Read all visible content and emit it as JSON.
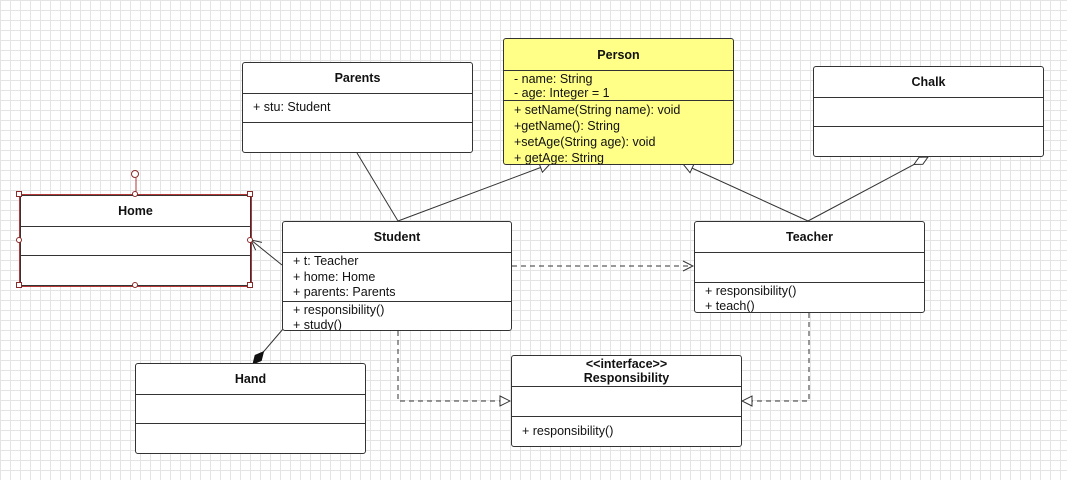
{
  "classes": {
    "person": {
      "name": "Person",
      "attributes": [
        "- name: String",
        "- age: Integer = 1"
      ],
      "operations": [
        "+ setName(String name): void",
        "+getName(): String",
        "+setAge(String age): void",
        "+ getAge: String"
      ]
    },
    "parents": {
      "name": "Parents",
      "attributes": [
        "+ stu: Student"
      ]
    },
    "chalk": {
      "name": "Chalk"
    },
    "home": {
      "name": "Home"
    },
    "student": {
      "name": "Student",
      "attributes": [
        "+ t: Teacher",
        "+ home: Home",
        "+ parents: Parents"
      ],
      "operations": [
        "+ responsibility()",
        "+ study()"
      ]
    },
    "teacher": {
      "name": "Teacher",
      "operations": [
        "+ responsibility()",
        "+ teach()"
      ]
    },
    "hand": {
      "name": "Hand"
    },
    "responsibility": {
      "stereotype": "<<interface>>",
      "name": "Responsibility",
      "operations": [
        "+ responsibility()"
      ]
    }
  },
  "colors": {
    "highlight": "#ffff88",
    "line": "#333333",
    "selection": "#b53636"
  }
}
